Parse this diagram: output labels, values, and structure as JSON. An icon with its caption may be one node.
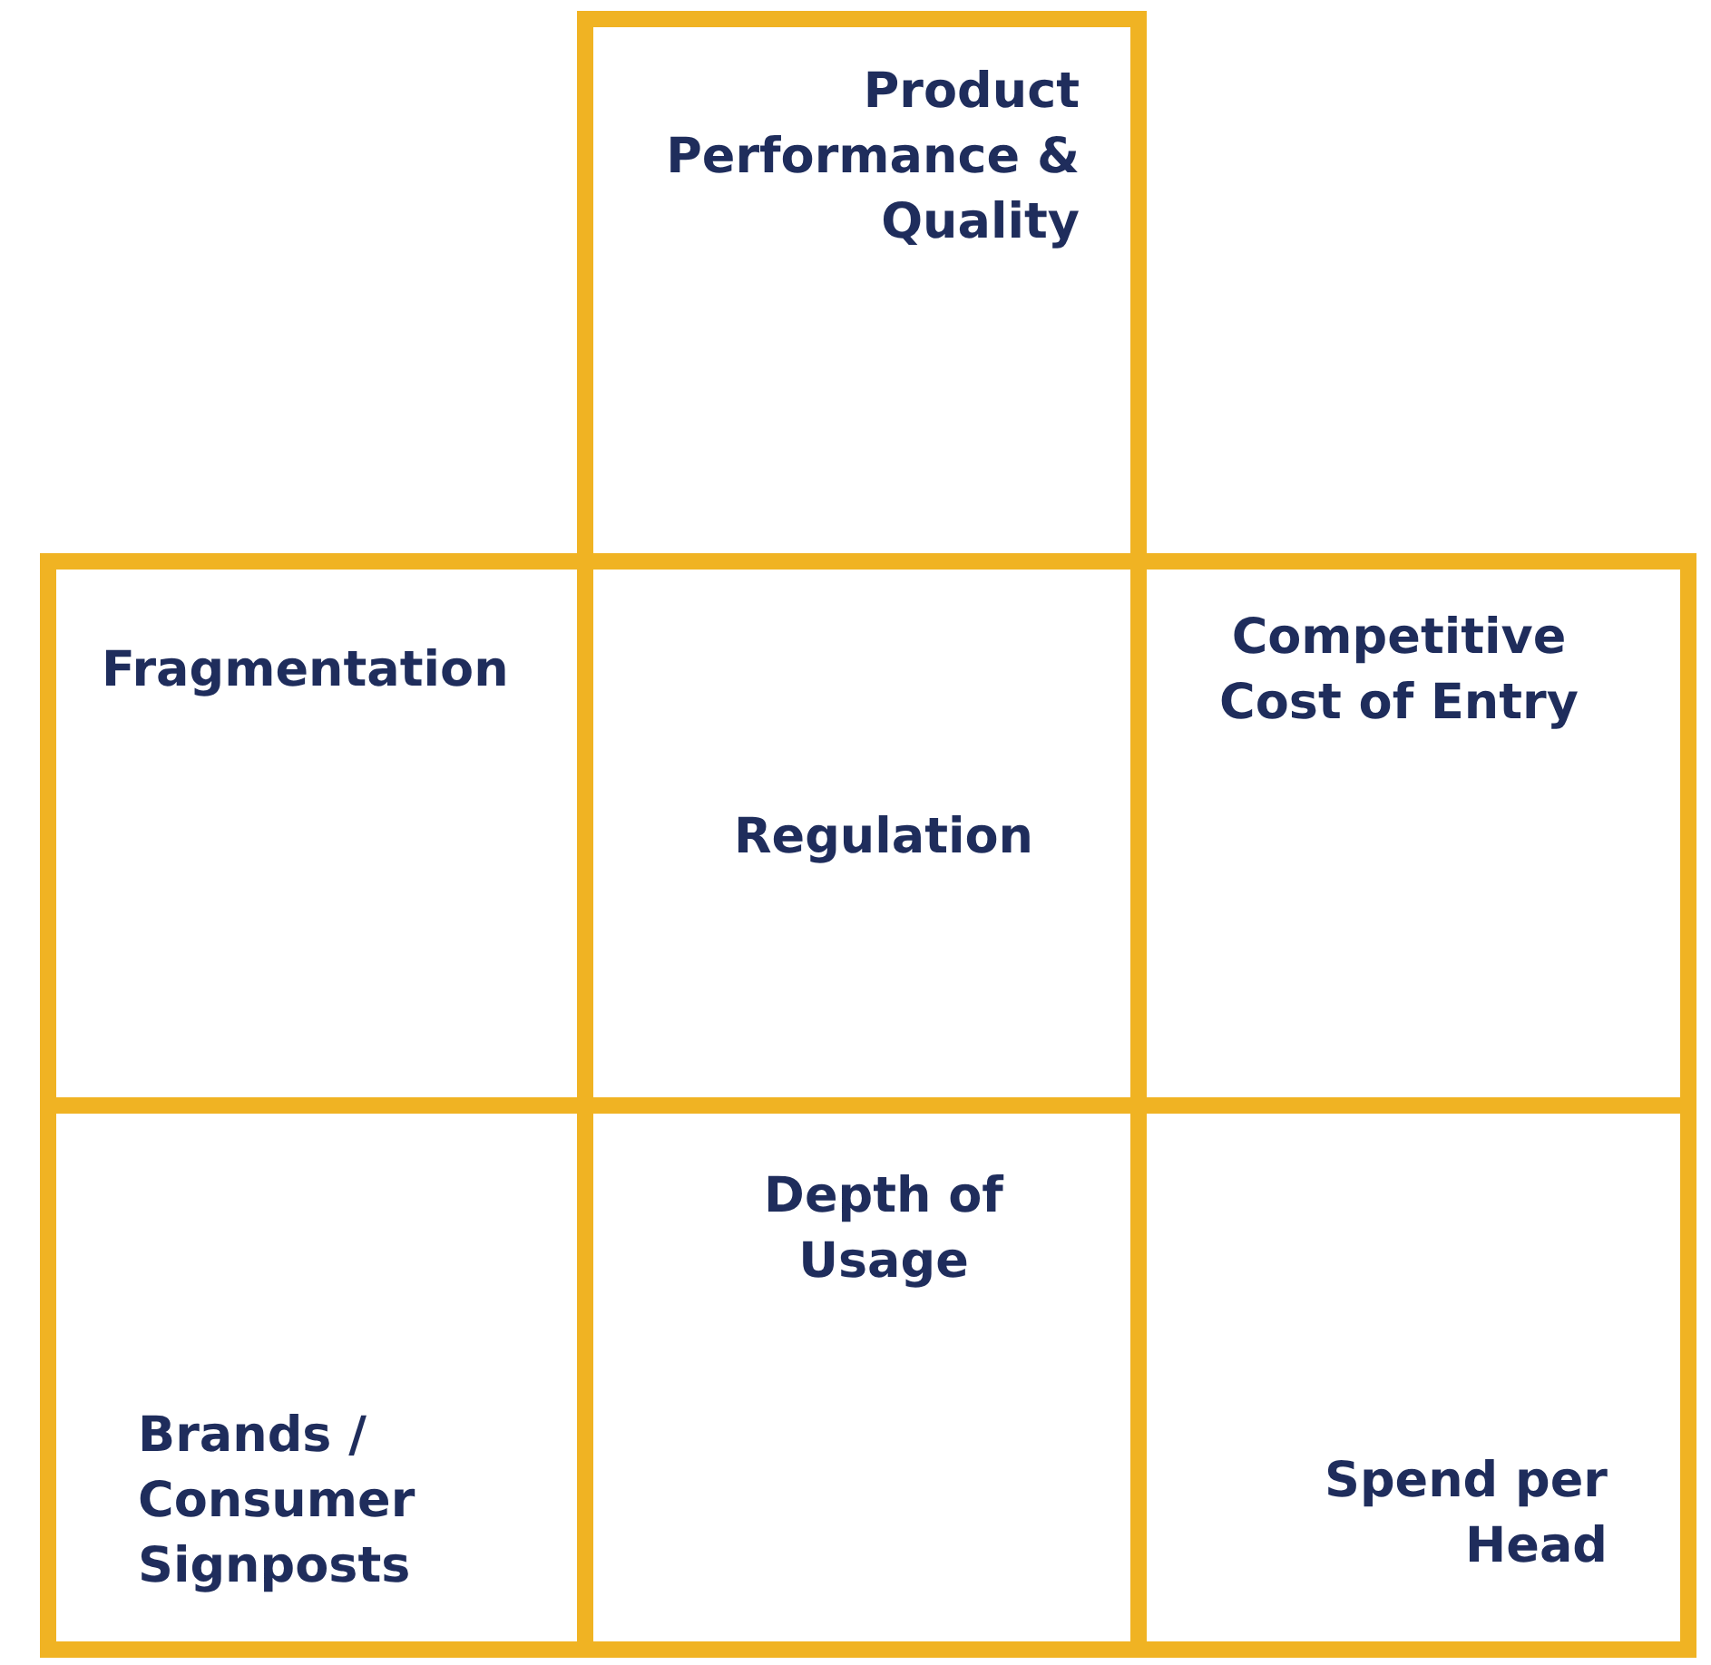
{
  "diagram": {
    "nodes": [
      {
        "text": [
          "Product Performance & Quality"
        ]
      },
      {
        "text": [
          "Fragmentation"
        ]
      },
      {
        "text": [
          "Competitive Cost of Entry"
        ]
      },
      {
        "text": [
          "Regulation"
        ]
      },
      {
        "text": [
          "Depth of Usage"
        ]
      },
      {
        "text": [
          "Brands / Consumer Signposts"
        ]
      },
      {
        "text": [
          "Spend per Head"
        ]
      }
    ]
  }
}
